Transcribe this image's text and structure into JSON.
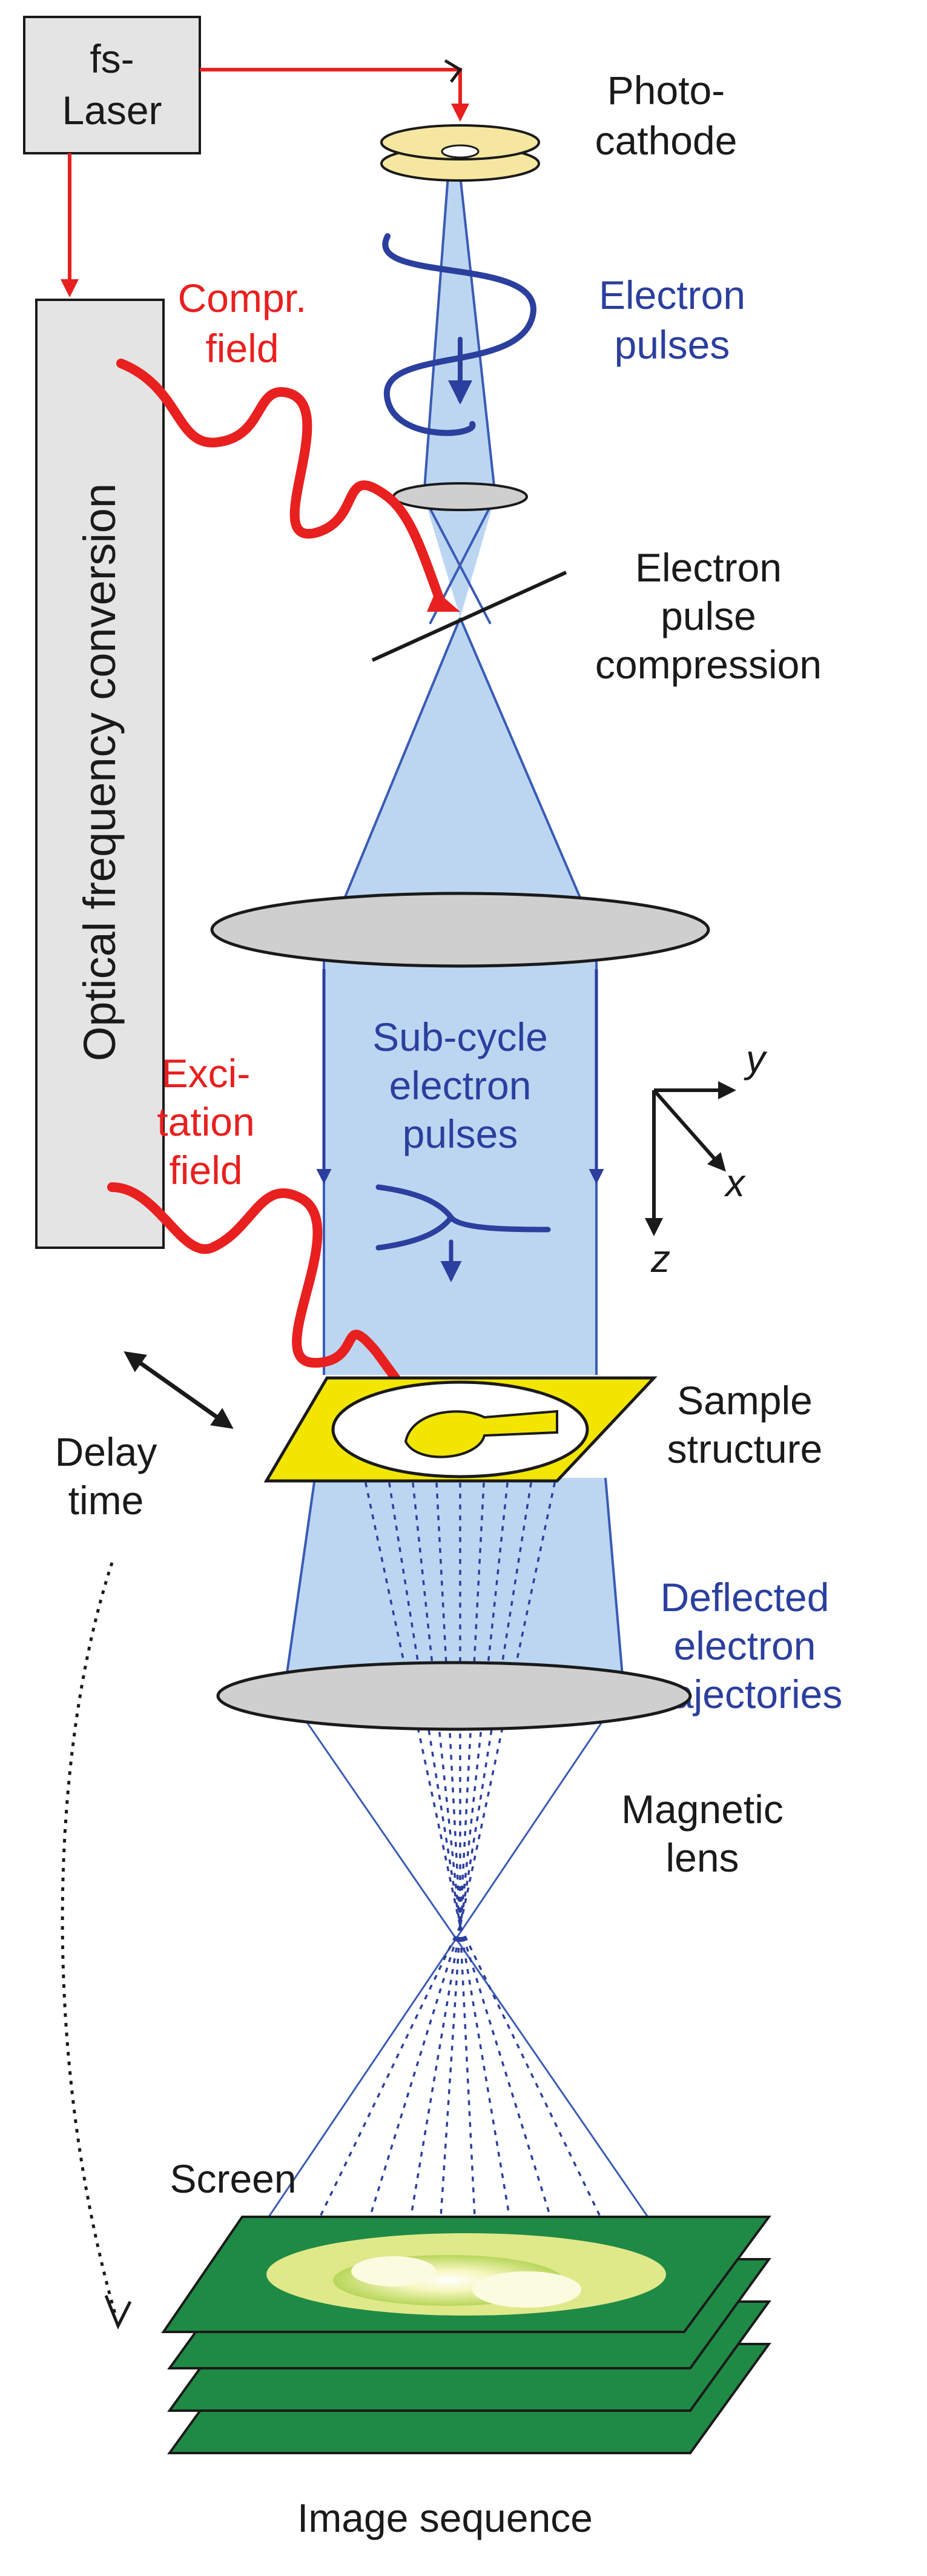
{
  "labels": {
    "laser_line1": "fs-",
    "laser_line2": "Laser",
    "optical_conversion": "Optical frequency conversion",
    "photocathode_line1": "Photo-",
    "photocathode_line2": "cathode",
    "electron_pulses_line1": "Electron",
    "electron_pulses_line2": "pulses",
    "compr_field_line1": "Compr.",
    "compr_field_line2": "field",
    "compression_line1": "Electron",
    "compression_line2": "pulse",
    "compression_line3": "compression",
    "subcycle_line1": "Sub-cycle",
    "subcycle_line2": "electron",
    "subcycle_line3": "pulses",
    "excitation_line1": "Exci-",
    "excitation_line2": "tation",
    "excitation_line3": "field",
    "axis_y": "y",
    "axis_x": "x",
    "axis_z": "z",
    "sample_line1": "Sample",
    "sample_line2": "structure",
    "delay_line1": "Delay",
    "delay_line2": "time",
    "deflected_line1": "Deflected",
    "deflected_line2": "electron",
    "deflected_line3": "trajectories",
    "magnetic_line1": "Magnetic",
    "magnetic_line2": "lens",
    "screen": "Screen",
    "image_sequence": "Image sequence"
  },
  "colors": {
    "beam": "#bcd6f2",
    "beam_edge": "#3a5bb5",
    "electron_blue": "#2b3f9e",
    "laser_red": "#e8201f",
    "box_fill": "#e4e4e4",
    "lens_fill": "#cfcfcf",
    "sample_fill": "#f2e600",
    "screen_green": "#1f8a45",
    "screen_yellow": "#dfe98a"
  }
}
